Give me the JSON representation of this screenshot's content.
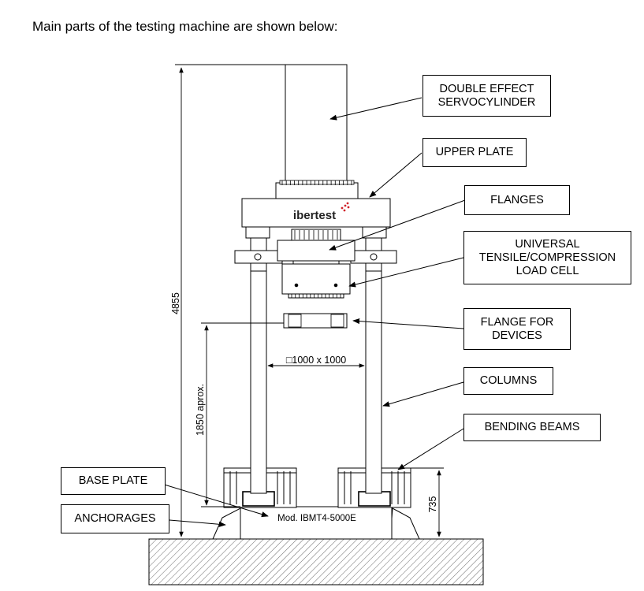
{
  "intro": "Main parts of the testing machine are shown below:",
  "labels": {
    "servocylinder": [
      "DOUBLE EFFECT",
      "SERVOCYLINDER"
    ],
    "upper_plate": [
      "UPPER PLATE"
    ],
    "flanges": [
      "FLANGES"
    ],
    "load_cell": [
      "UNIVERSAL",
      "TENSILE/COMPRESSION",
      "LOAD CELL"
    ],
    "flange_devices": [
      "FLANGE FOR",
      "DEVICES"
    ],
    "columns": [
      "COLUMNS"
    ],
    "bending_beams": [
      "BENDING BEAMS"
    ],
    "base_plate": [
      "BASE PLATE"
    ],
    "anchorages": [
      "ANCHORAGES"
    ]
  },
  "dimensions": {
    "total_height": "4855",
    "working_height": "1850 aprox.",
    "base_height": "735",
    "column_spacing": "□1000 x 1000"
  },
  "brand": "ibertest",
  "model": "Mod. IBMT4-5000E",
  "colors": {
    "line": "#000000",
    "brand_red": "#d0202a",
    "hatch": "#444444"
  }
}
